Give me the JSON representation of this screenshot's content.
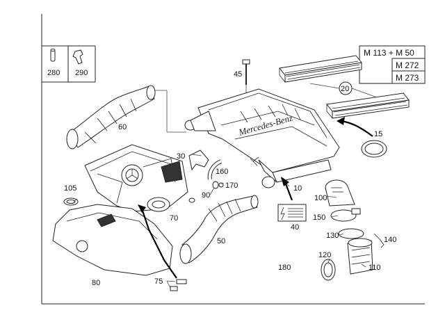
{
  "engine_codes": [
    "M 113 + M 50",
    "M 272",
    "M 273"
  ],
  "part_numbers": {
    "p10": "10",
    "p15": "15",
    "p20": "20",
    "p30": "30",
    "p40": "40",
    "p45": "45",
    "p50": "50",
    "p60": "60",
    "p70": "70",
    "p75": "75",
    "p80": "80",
    "p90": "90",
    "p100": "100",
    "p105": "105",
    "p110": "110",
    "p120": "120",
    "p130": "130",
    "p140": "140",
    "p150": "150",
    "p160": "160",
    "p170": "170",
    "p180": "180",
    "p280": "280",
    "p290": "290"
  },
  "cover_text": "Mercedes-Benz"
}
